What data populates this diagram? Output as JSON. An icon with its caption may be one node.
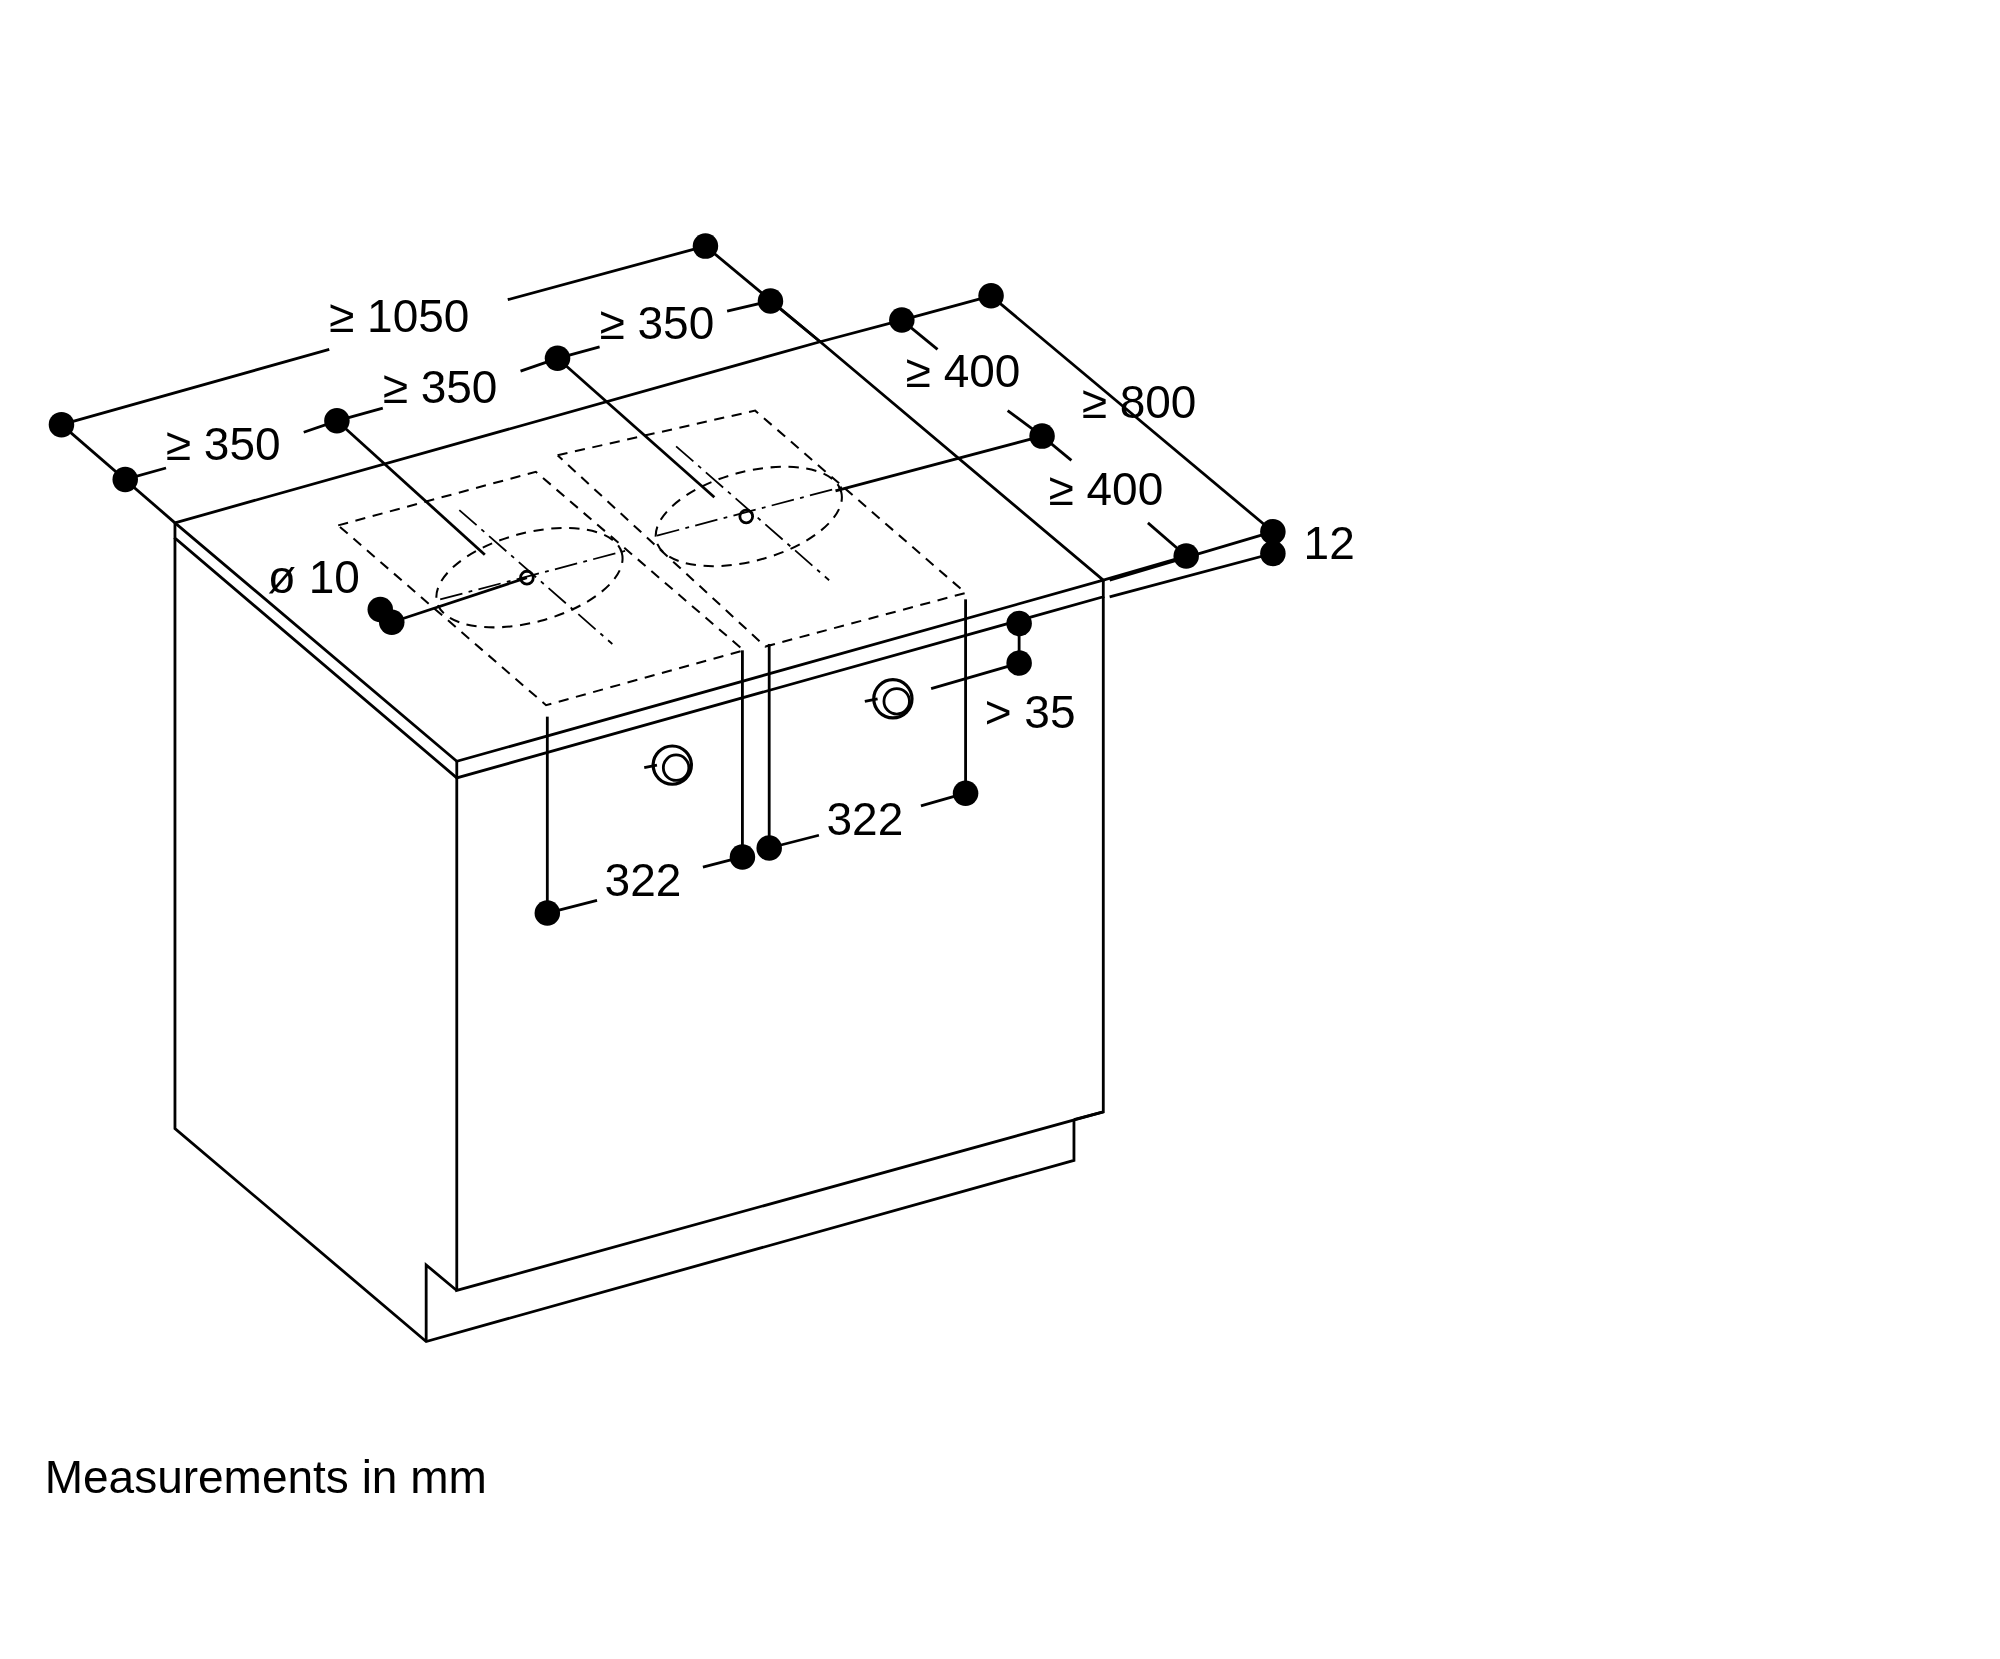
{
  "diagram": {
    "caption": "Measurements in mm",
    "labels": [
      "≥ 1050",
      "≥ 350",
      "≥ 350",
      "≥ 400",
      "≥ 800",
      "≥ 350",
      "≥ 400",
      "12",
      "ø 10",
      "> 35",
      "322",
      "322"
    ]
  }
}
